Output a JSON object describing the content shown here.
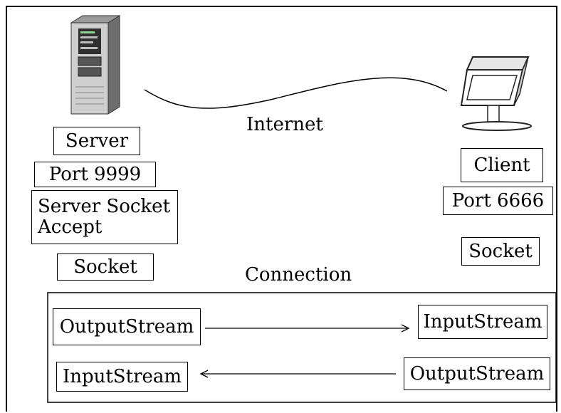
{
  "server": {
    "icon": "server-tower-icon",
    "name": "Server",
    "port": "Port 9999",
    "socket_line1": "Server Socket",
    "socket_line2": "Accept",
    "socket": "Socket"
  },
  "client": {
    "icon": "monitor-icon",
    "name": "Client",
    "port": "Port 6666",
    "socket": "Socket"
  },
  "network_label": "Internet",
  "connection": {
    "label": "Connection",
    "server_output": "OutputStream",
    "client_input": "InputStream",
    "server_input": "InputStream",
    "client_output": "OutputStream"
  }
}
